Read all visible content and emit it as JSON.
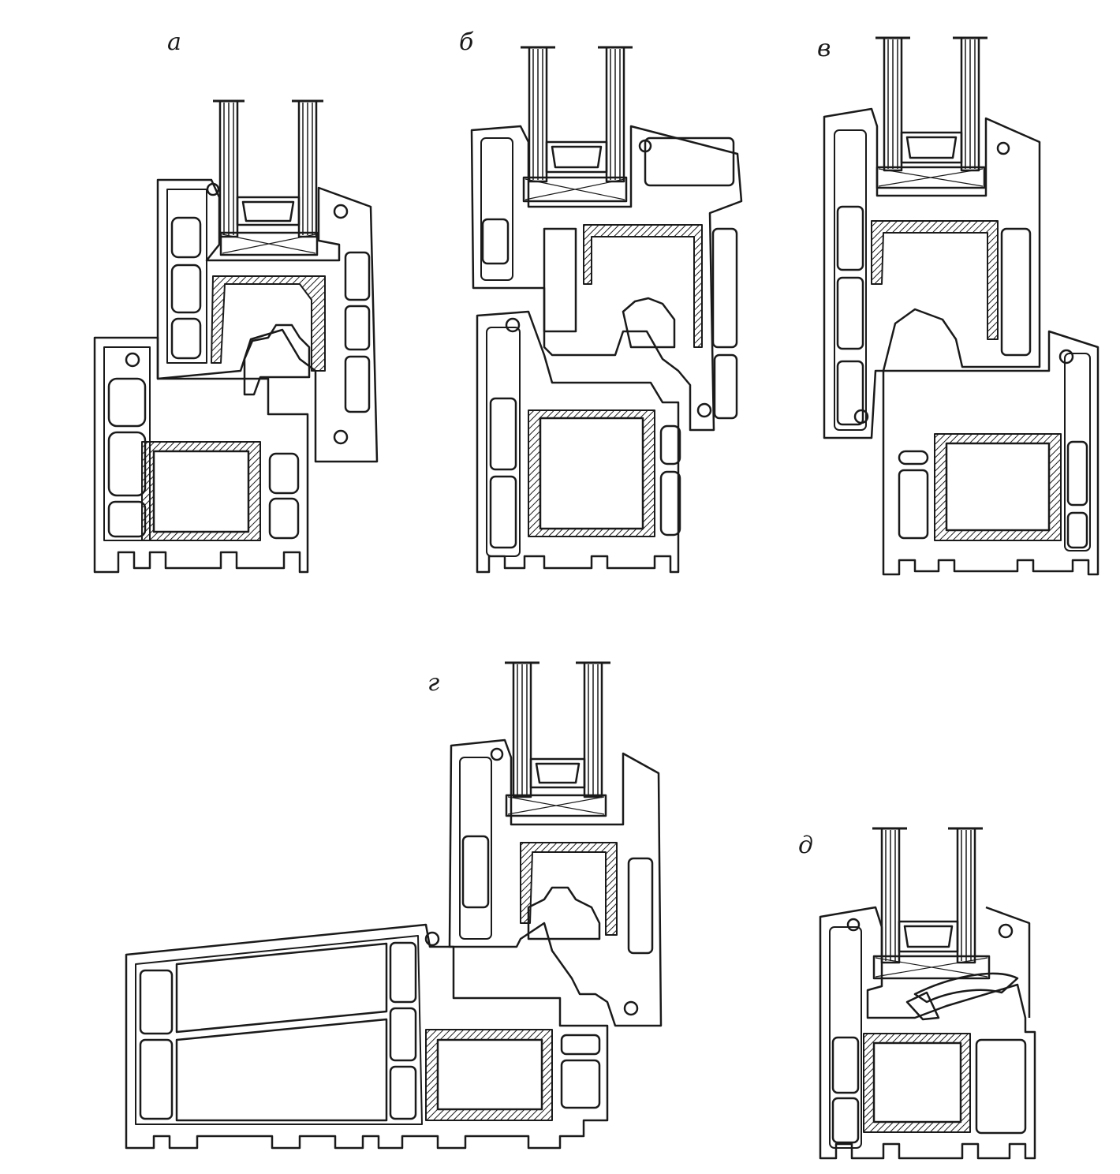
{
  "figure": {
    "panels": [
      {
        "id": "a",
        "label": "а"
      },
      {
        "id": "b",
        "label": "б"
      },
      {
        "id": "v",
        "label": "в"
      },
      {
        "id": "g",
        "label": "г"
      },
      {
        "id": "d",
        "label": "д"
      }
    ]
  },
  "colors": {
    "ink": "#1a1a1a",
    "paper": "#ffffff"
  }
}
